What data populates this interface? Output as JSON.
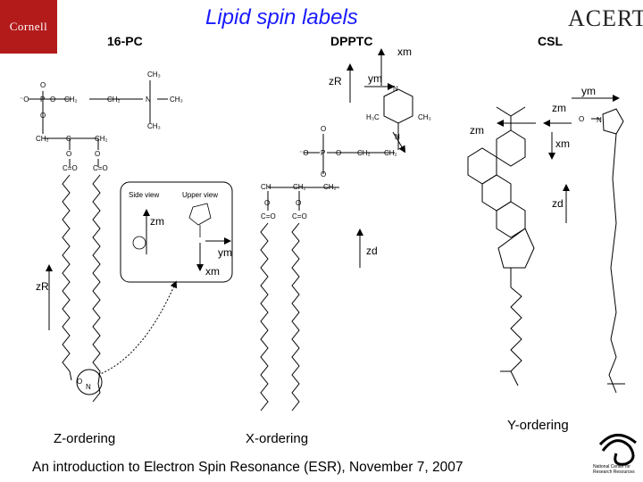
{
  "title": "Lipid spin labels",
  "logos": {
    "cornell": "Cornell",
    "acert": "ACERT",
    "ncrr": "National Center for Research Resources"
  },
  "molecules": {
    "pc": "16-PC",
    "dpptc": "DPPTC",
    "csl": "CSL"
  },
  "orderings": {
    "z": "Z-ordering",
    "x": "X-ordering",
    "y": "Y-ordering"
  },
  "inset": {
    "side_view": "Side view",
    "upper_view": "Upper view"
  },
  "axes": {
    "zm": "zm",
    "ym": "ym",
    "xm": "xm",
    "zr": "zR",
    "zd": "zd"
  },
  "footer": "An introduction to Electron Spin Resonance (ESR), November 7, 2007",
  "colors": {
    "title": "#1a1aff",
    "cornell": "#b31b1b",
    "line": "#000000"
  }
}
